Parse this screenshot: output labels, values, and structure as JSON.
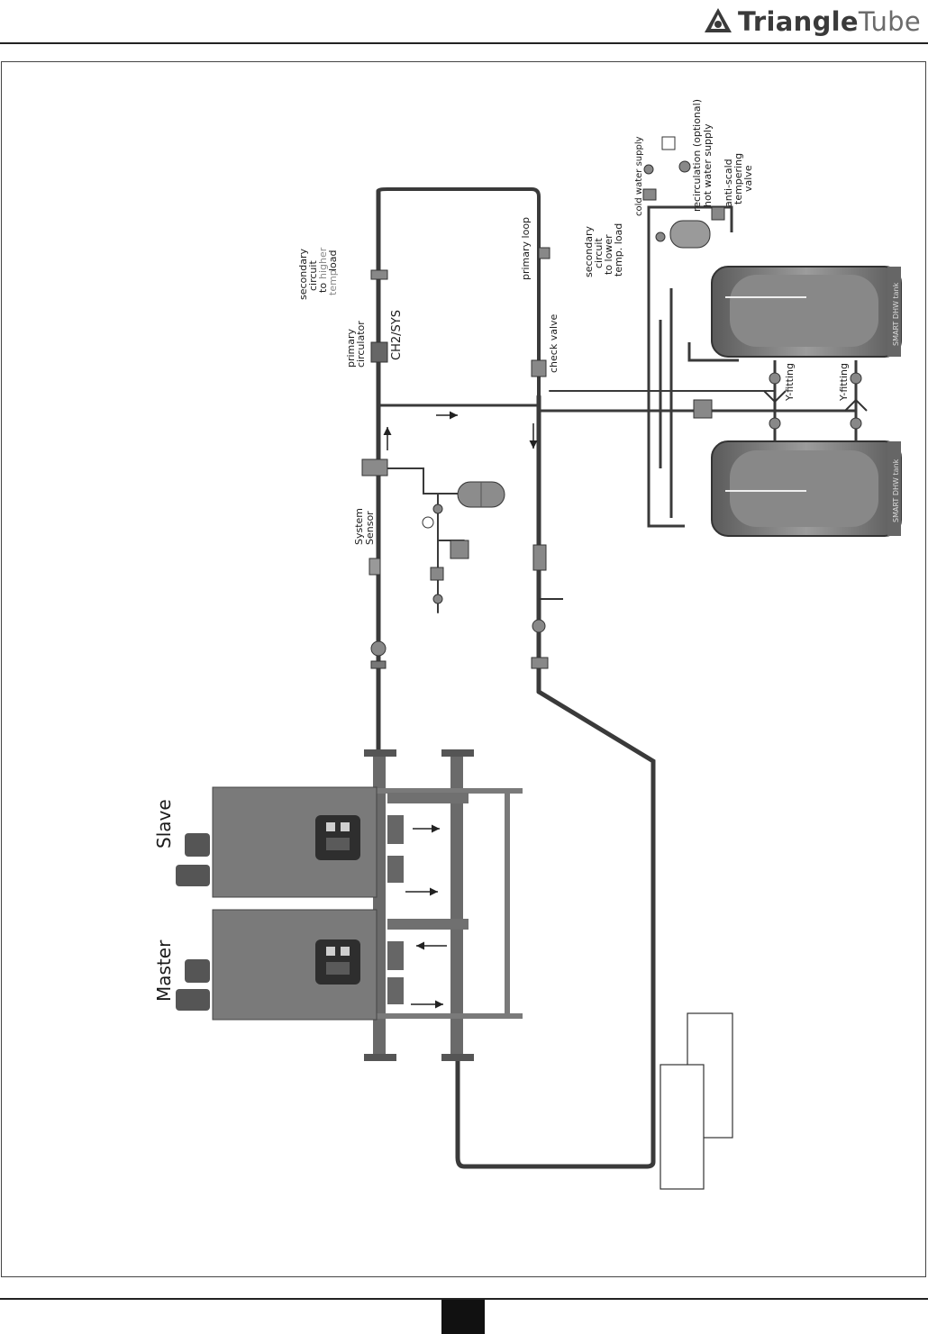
{
  "brand": {
    "part1": "Triangle",
    "part2": "Tube"
  },
  "boilers": {
    "master": "Master",
    "slave": "Slave"
  },
  "labels": {
    "system_sensor": [
      "System",
      "Sensor"
    ],
    "primary_circulator": [
      "primary",
      "circulator"
    ],
    "ch2_sys": "CH2/SYS",
    "secondary_higher": [
      "secondary",
      "circuit",
      "to",
      "higher",
      "temp",
      "load"
    ],
    "primary_loop": "primary loop",
    "secondary_lower": [
      "secondary",
      "circuit",
      "to lower",
      "temp. load"
    ],
    "check_valve": "check valve",
    "cold_water_supply": "cold water supply",
    "recirculation": "recirculation (optional)",
    "hot_water_supply": "hot water supply",
    "anti_scald": [
      "anti-scald",
      "tempering",
      "valve"
    ],
    "y_fitting": "Y-fitting",
    "tank_label": "SMART DHW tank"
  },
  "colors": {
    "pipe": "#3a3a3a",
    "boiler": "#7a7a7a",
    "tank": "#6e6e6e",
    "brand_icon": "#3a3a3a"
  }
}
